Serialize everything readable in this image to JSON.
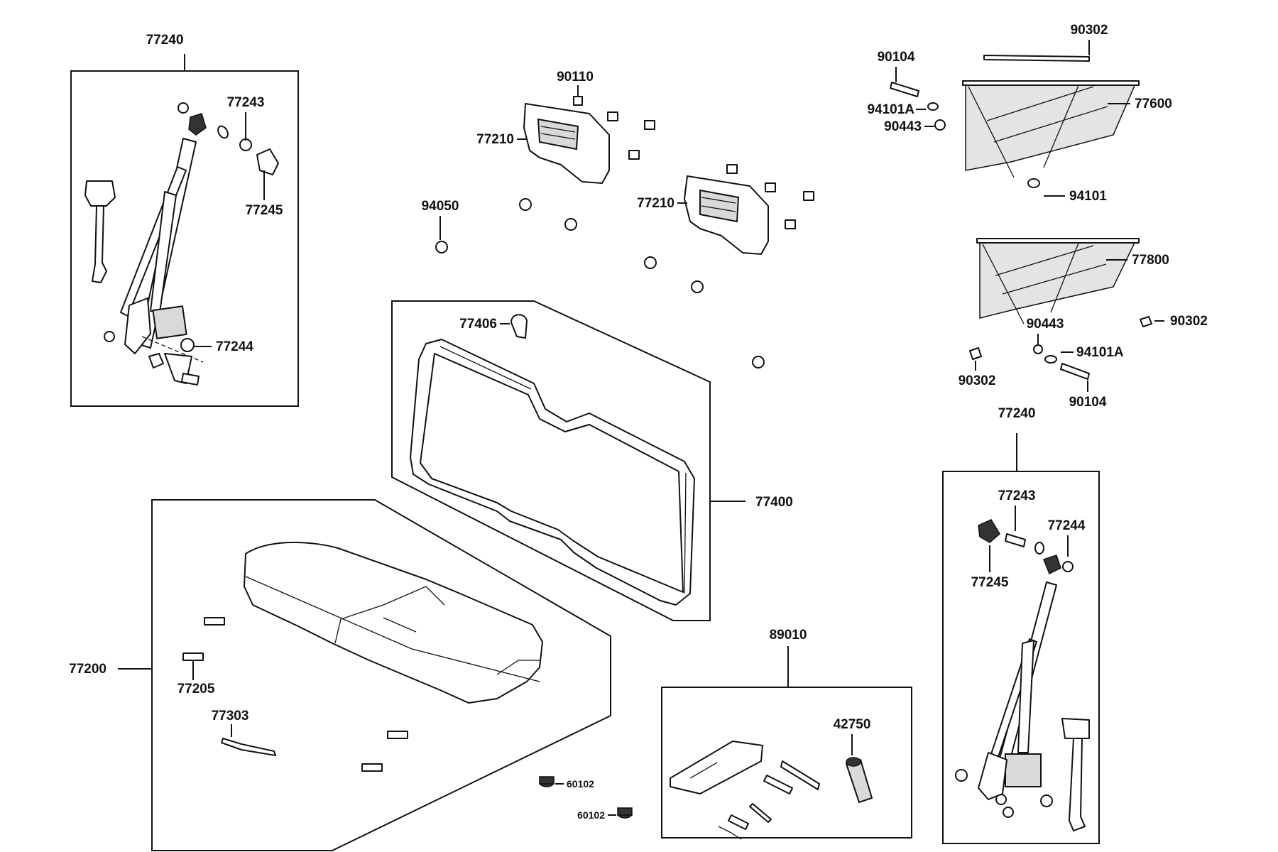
{
  "labels": {
    "p77240_top": "77240",
    "p77243_top": "77243",
    "p77245_top": "77245",
    "p77244_top": "77244",
    "p90110": "90110",
    "p77210_a": "77210",
    "p77210_b": "77210",
    "p94050": "94050",
    "p77406": "77406",
    "p77400": "77400",
    "p77200": "77200",
    "p77205": "77205",
    "p77303": "77303",
    "p60102_a": "60102",
    "p60102_b": "60102",
    "p89010": "89010",
    "p42750": "42750",
    "p90104_top": "90104",
    "p90302_top": "90302",
    "p94101A_top": "94101A",
    "p90443_top": "90443",
    "p77600": "77600",
    "p94101": "94101",
    "p77800": "77800",
    "p90443_bot": "90443",
    "p90302_right": "90302",
    "p94101A_bot": "94101A",
    "p90302_bot": "90302",
    "p90104_bot": "90104",
    "p77240_bot": "77240",
    "p77243_bot": "77243",
    "p77244_bot": "77244",
    "p77245_bot": "77245"
  }
}
